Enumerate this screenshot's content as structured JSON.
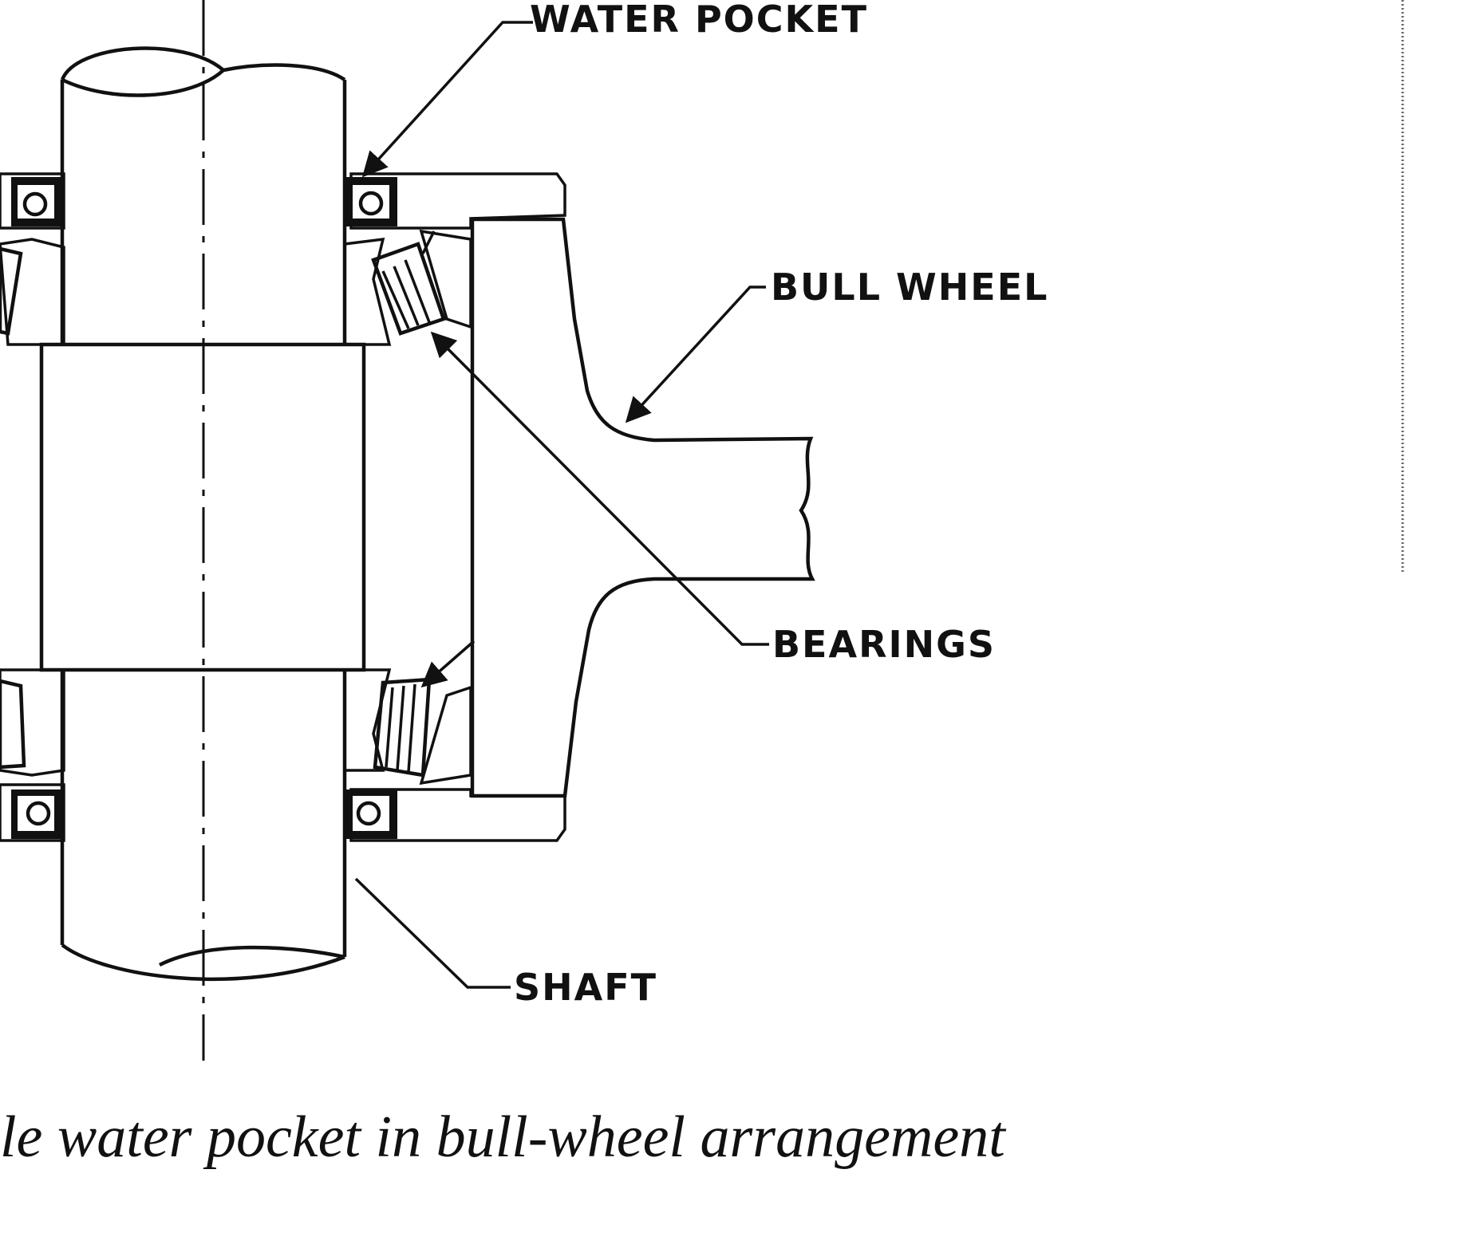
{
  "labels": {
    "water_pocket": "WATER POCKET",
    "bull_wheel": "BULL WHEEL",
    "bearings": "BEARINGS",
    "shaft": "SHAFT"
  },
  "caption": "le water pocket in bull-wheel arrangement",
  "colors": {
    "ink": "#111111",
    "paper": "#ffffff"
  }
}
